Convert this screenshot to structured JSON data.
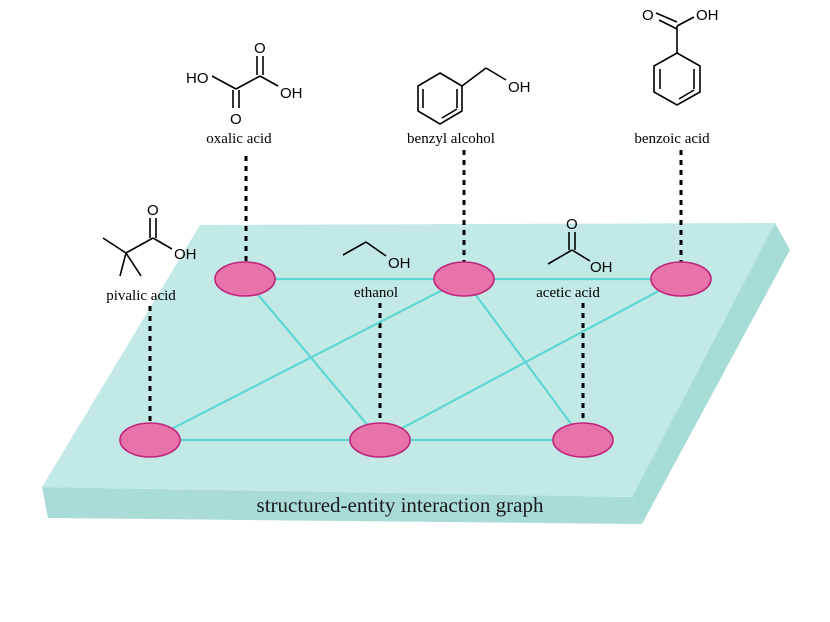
{
  "plane": {
    "label": "structured-entity interaction graph",
    "top_color": "#c2e9e5",
    "side_color": "#a6dcd6"
  },
  "molecules": [
    {
      "id": "oxalic",
      "name": "oxalic acid",
      "atoms": [
        "HO",
        "O",
        "OH",
        "O"
      ]
    },
    {
      "id": "benzyl",
      "name": "benzyl alcohol",
      "atoms": [
        "OH"
      ]
    },
    {
      "id": "benzoic",
      "name": "benzoic acid",
      "atoms": [
        "O",
        "OH"
      ]
    },
    {
      "id": "pivalic",
      "name": "pivalic acid",
      "atoms": [
        "O",
        "OH"
      ]
    },
    {
      "id": "ethanol",
      "name": "ethanol",
      "atoms": [
        "OH"
      ]
    },
    {
      "id": "acetic",
      "name": "acetic acid",
      "atoms": [
        "O",
        "OH"
      ]
    }
  ],
  "graph": {
    "node_color": "#e873aa",
    "node_stroke": "#c0237a",
    "edge_color": "#5fd6d3",
    "nodes": [
      "oxalic",
      "benzyl",
      "benzoic",
      "pivalic",
      "ethanol",
      "acetic"
    ],
    "edges": [
      [
        "oxalic",
        "benzyl"
      ],
      [
        "benzyl",
        "benzoic"
      ],
      [
        "pivalic",
        "ethanol"
      ],
      [
        "ethanol",
        "acetic"
      ],
      [
        "oxalic",
        "ethanol"
      ],
      [
        "benzyl",
        "pivalic"
      ],
      [
        "benzyl",
        "acetic"
      ],
      [
        "benzoic",
        "ethanol"
      ]
    ]
  }
}
